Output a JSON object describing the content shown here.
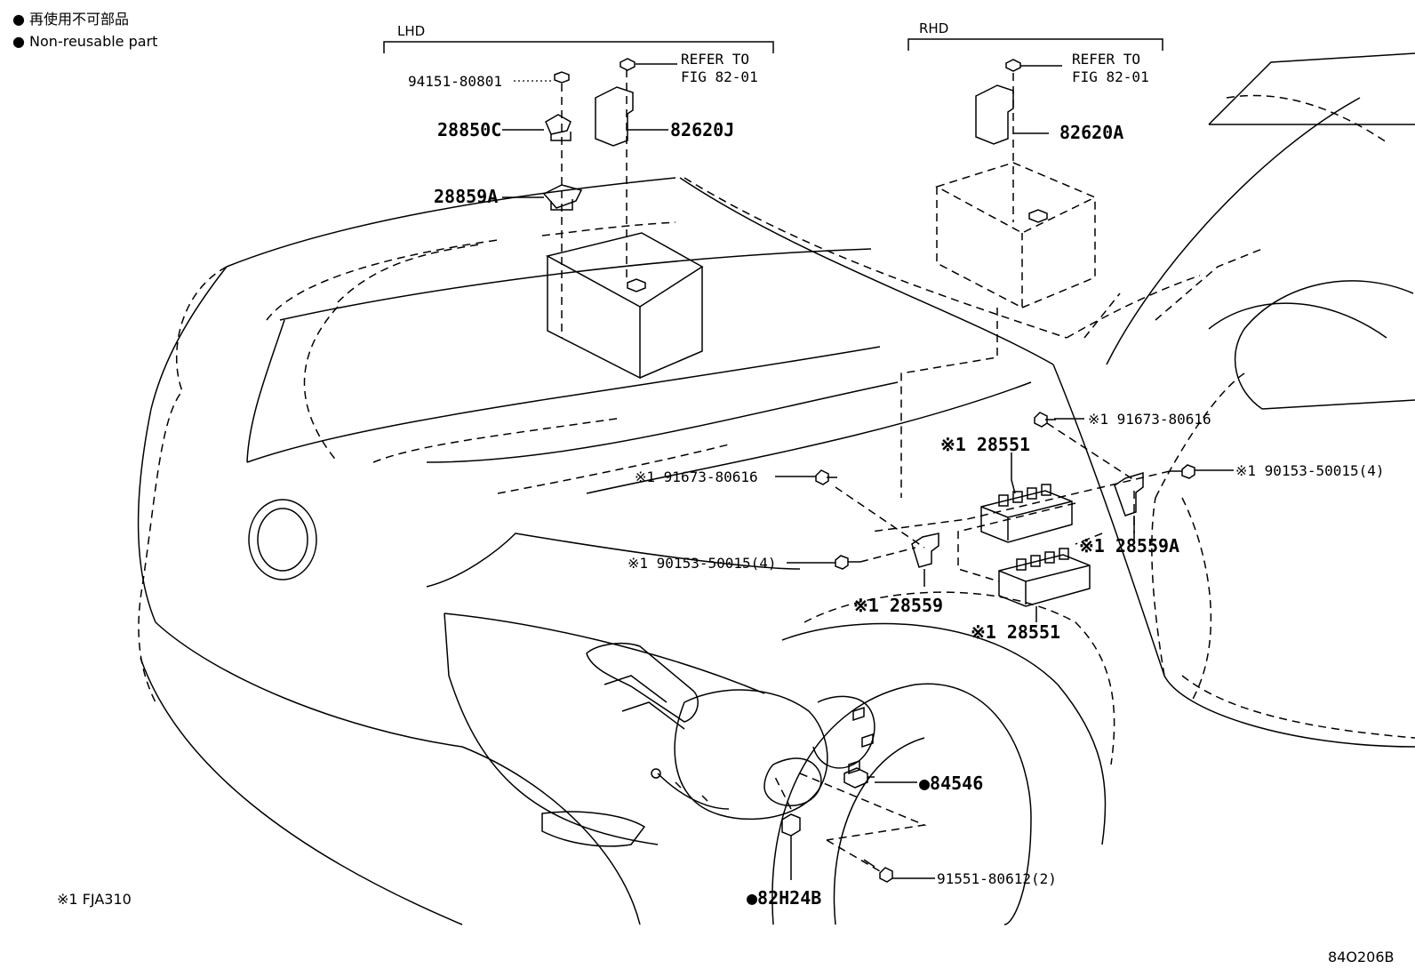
{
  "legend": {
    "line1": "● 再使用不可部品",
    "line2": "● Non-reusable part"
  },
  "groups": {
    "lhd": "LHD",
    "rhd": "RHD"
  },
  "refer": {
    "lhd_line1": "REFER TO",
    "lhd_line2": "FIG 82-01",
    "rhd_line1": "REFER TO",
    "rhd_line2": "FIG 82-01"
  },
  "parts": {
    "p94151": "94151-80801",
    "p28850c": "28850C",
    "p82620j": "82620J",
    "p28859a": "28859A",
    "p82620a": "82620A",
    "p91673_r": "※1 91673-80616",
    "p91673_l": "※1 91673-80616",
    "p28551_top": "※1 28551",
    "p90153_r": "※1 90153-50015(4)",
    "p90153_l": "※1 90153-50015(4)",
    "p28559a": "※1 28559A",
    "p28559": "※1 28559",
    "p28551_bot": "※1 28551",
    "p84546": "●84546",
    "p91551": "91551-80612(2)",
    "p82h24b": "●82H24B"
  },
  "footnote": "※1 FJA310",
  "figure_code": "84O206B"
}
